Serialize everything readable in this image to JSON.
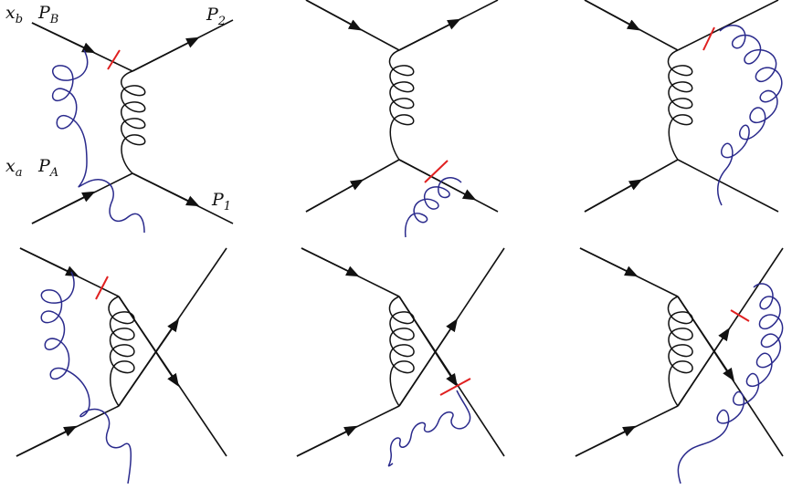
{
  "labels": {
    "xb": "x",
    "xb_sub": "b",
    "PB": "P",
    "PB_sub": "B",
    "xa": "x",
    "xa_sub": "a",
    "PA": "P",
    "PA_sub": "A",
    "P2": "P",
    "P2_sub": "2",
    "P1": "P",
    "P1_sub": "1"
  },
  "colors": {
    "quark_line": "#111111",
    "virtual_gluon": "#111111",
    "emitted_gluon": "#2a2a8c",
    "cut_mark": "#e02020"
  },
  "diagrams": [
    {
      "row": 1,
      "col": 1,
      "type": "t-channel",
      "emission": "initial-state"
    },
    {
      "row": 1,
      "col": 2,
      "type": "t-channel",
      "emission": "final-state-P1"
    },
    {
      "row": 1,
      "col": 3,
      "type": "t-channel",
      "emission": "final-state-P2"
    },
    {
      "row": 2,
      "col": 1,
      "type": "u-channel",
      "emission": "initial-state"
    },
    {
      "row": 2,
      "col": 2,
      "type": "u-channel",
      "emission": "final-state"
    },
    {
      "row": 2,
      "col": 3,
      "type": "u-channel",
      "emission": "final-state"
    }
  ]
}
